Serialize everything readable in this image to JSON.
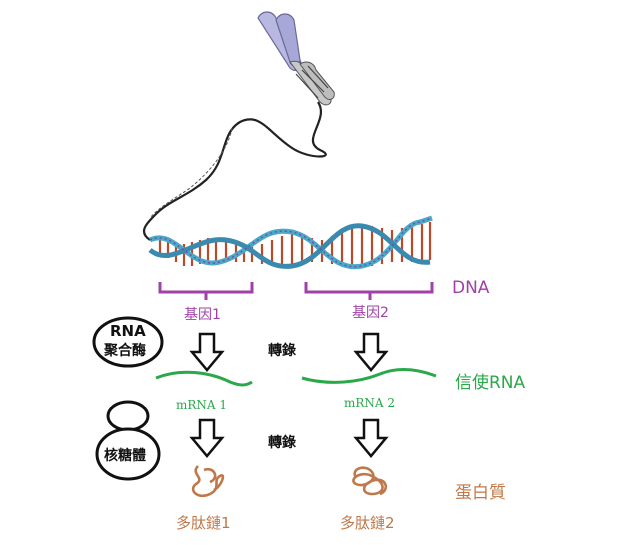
{
  "labels": {
    "dna": "DNA",
    "gene1": "基因1",
    "gene2": "基因2",
    "rna_polymerase_line1": "RNA",
    "rna_polymerase_line2": "聚合酶",
    "transcription_1": "轉錄",
    "transcription_2": "轉錄",
    "messenger_rna": "信使RNA",
    "mrna1": "mRNA 1",
    "mrna2": "mRNA 2",
    "ribosome": "核糖體",
    "protein": "蛋白質",
    "polypeptide1": "多肽鏈1",
    "polypeptide2": "多肽鏈2"
  },
  "colors": {
    "gene_bracket": "#a040a8",
    "mrna": "#2aa84a",
    "protein": "#c0784a",
    "dna_backbone": "#4aa8c8",
    "base_pair": "#b84a2a"
  }
}
